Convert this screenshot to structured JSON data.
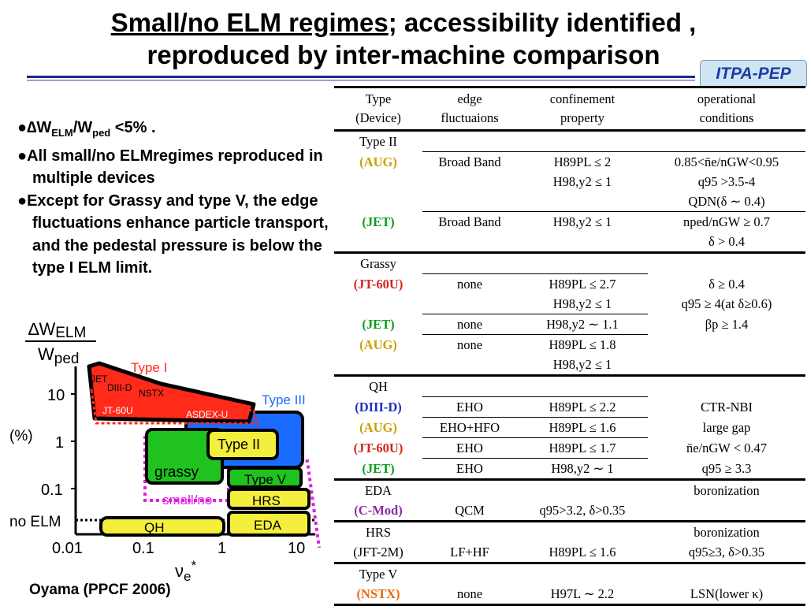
{
  "title": {
    "underlined": "Small/no ELM regimes",
    "line1_rest": "; accessibility identified ,",
    "line2": "reproduced by inter-machine comparison"
  },
  "badge": "ITPA-PEP",
  "bullets": {
    "b1": {
      "delta": "∆",
      "w": "W",
      "elm": "ELM",
      "slash": "/W",
      "ped": "ped",
      "rest": " <5% ."
    },
    "b2": "All small/no ELMregimes reproduced in multiple devices",
    "b3": "Except for Grassy  and type V, the edge fluctuations enhance particle transport, and the pedestal pressure is below the type I ELM limit."
  },
  "figure": {
    "ylabel_num": "∆WELM",
    "ylabel_den": "Wped",
    "y_unit": "(%)",
    "y_ticks": [
      "10",
      "1",
      "0.1",
      "no ELM"
    ],
    "x_ticks": [
      "0.01",
      "0.1",
      "1",
      "10"
    ],
    "x_label": "νe*",
    "regions": {
      "type1": "Type I",
      "type3": "Type III",
      "type2": "Type II",
      "grassy": "grassy",
      "typev": "Type V",
      "smallno": "small/no",
      "hrs": "HRS",
      "eda": "EDA",
      "qh": "QH"
    },
    "devices": {
      "jet": "JET",
      "diiid": "DIII-D",
      "nstx": "NSTX",
      "jt60u": "JT-60U",
      "asdexu": "ASDEX-U"
    },
    "colors": {
      "type1": "#ff2a1a",
      "type3": "#1a6bff",
      "grassy": "#1fc21f",
      "yellow": "#f3ef3c",
      "smallno": "#e01ee0"
    }
  },
  "citation": "Oyama (PPCF 2006)",
  "table": {
    "headers": [
      "Type\n(Device)",
      "edge\nfluctuaions",
      "confinement\nproperty",
      "operational\nconditions"
    ],
    "type2": {
      "type": "Type II",
      "aug": "(AUG)",
      "jet": "(JET)",
      "aug_fluct": "Broad Band",
      "aug_conf1": "H89PL ≤ 2",
      "aug_conf2": "H98,y2 ≤ 1",
      "aug_op1": "0.85<n̄e/nGW<0.95",
      "aug_op2": "q95 >3.5-4",
      "aug_op3": "QDN(δ ∼ 0.4)",
      "jet_fluct": "Broad Band",
      "jet_conf": "H98,y2 ≤ 1",
      "jet_op1": "nped/nGW ≥ 0.7",
      "jet_op2": "δ > 0.4"
    },
    "grassy": {
      "type": "Grassy",
      "jt60u": "(JT-60U)",
      "jet": "(JET)",
      "aug": "(AUG)",
      "jt60u_fluct": "none",
      "jt60u_conf1": "H89PL ≤ 2.7",
      "jt60u_conf2": "H98,y2 ≤ 1",
      "jet_fluct": "none",
      "jet_conf": "H98,y2 ∼ 1.1",
      "aug_fluct": "none",
      "aug_conf1": "H89PL ≤ 1.8",
      "aug_conf2": "H98,y2 ≤ 1",
      "op1": "δ ≥ 0.4",
      "op2": "q95 ≥ 4(at δ≥0.6)",
      "op3": "βp ≥ 1.4"
    },
    "qh": {
      "type": "QH",
      "diiid": "(DIII-D)",
      "aug": "(AUG)",
      "jt60u": "(JT-60U)",
      "jet": "(JET)",
      "diiid_fluct": "EHO",
      "diiid_conf": "H89PL ≤ 2.2",
      "aug_fluct": "EHO+HFO",
      "aug_conf": "H89PL ≤ 1.6",
      "jt60u_fluct": "EHO",
      "jt60u_conf": "H89PL ≤ 1.7",
      "jet_fluct": "EHO",
      "jet_conf": "H98,y2 ∼ 1",
      "op1": "CTR-NBI",
      "op2": "large gap",
      "op3": "n̄e/nGW < 0.47",
      "op4": "q95 ≥ 3.3"
    },
    "eda": {
      "type": "EDA",
      "cmod": "(C-Mod)",
      "fluct": "QCM",
      "conf": "q95>3.2, δ>0.35",
      "op": "boronization"
    },
    "hrs": {
      "type": "HRS",
      "device": "(JFT-2M)",
      "fluct": "LF+HF",
      "conf": "H89PL ≤ 1.6",
      "op1": "boronization",
      "op2": "q95≥3, δ>0.35"
    },
    "typev": {
      "type": "Type V",
      "nstx": "(NSTX)",
      "fluct": "none",
      "conf": "H97L ∼ 2.2",
      "op": "LSN(lower κ)"
    }
  }
}
